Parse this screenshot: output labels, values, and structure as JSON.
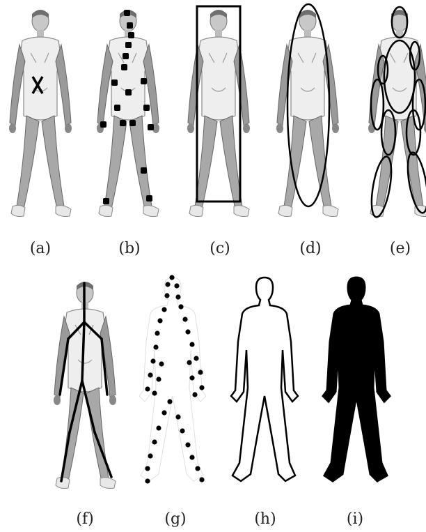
{
  "figure": {
    "captions": [
      "(a)",
      "(b)",
      "(c)",
      "(d)",
      "(e)",
      "(f)",
      "(g)",
      "(h)",
      "(i)"
    ]
  },
  "colors": {
    "photo_body": "#d6d6d6",
    "photo_limb": "#8a8a8a",
    "ink": "#000000",
    "background": "#ffffff"
  },
  "panels": [
    {
      "caption_index": 0,
      "representation": "centroid-cross"
    },
    {
      "caption_index": 1,
      "representation": "dot-markers"
    },
    {
      "caption_index": 2,
      "representation": "bounding-box"
    },
    {
      "caption_index": 3,
      "representation": "ellipse"
    },
    {
      "caption_index": 4,
      "representation": "part-ellipses"
    },
    {
      "caption_index": 5,
      "representation": "skeleton"
    },
    {
      "caption_index": 6,
      "representation": "contour-points"
    },
    {
      "caption_index": 7,
      "representation": "silhouette-outline"
    },
    {
      "caption_index": 8,
      "representation": "filled-silhouette"
    }
  ]
}
